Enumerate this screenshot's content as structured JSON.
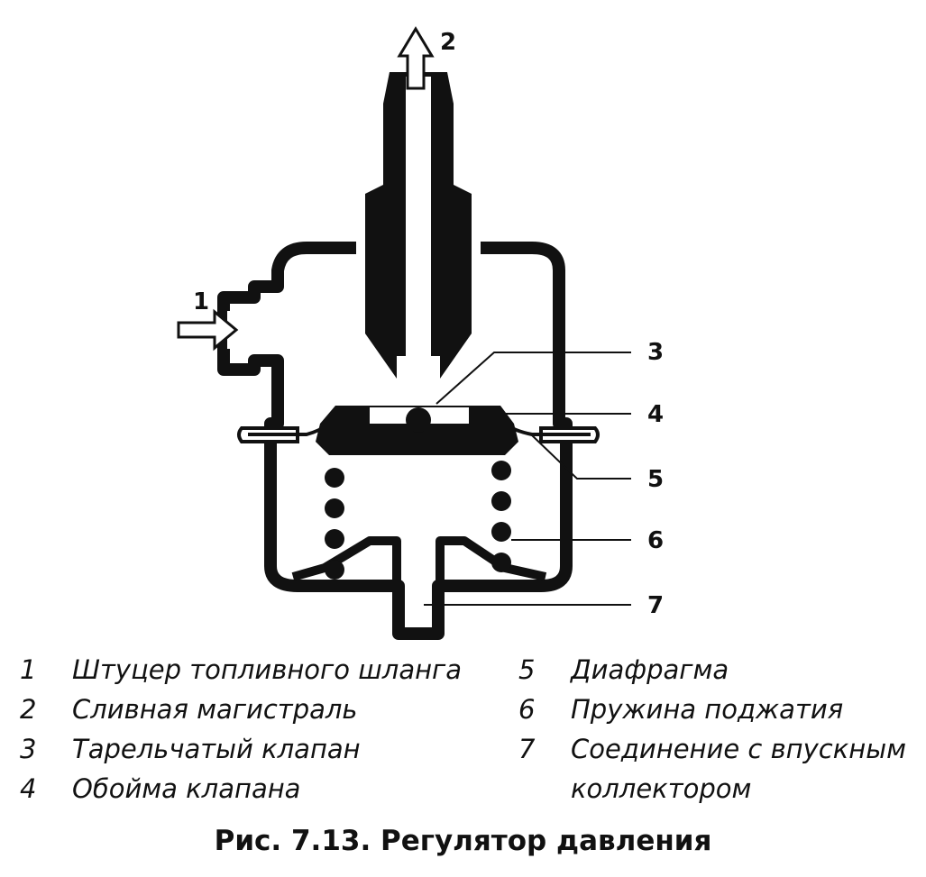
{
  "figure": {
    "callouts": [
      "1",
      "2",
      "3",
      "4",
      "5",
      "6",
      "7"
    ],
    "legend": [
      {
        "num": "1",
        "label": "Штуцер топливного шланга"
      },
      {
        "num": "2",
        "label": "Сливная магистраль"
      },
      {
        "num": "3",
        "label": "Тарельчатый клапан"
      },
      {
        "num": "4",
        "label": "Обойма клапана"
      },
      {
        "num": "5",
        "label": "Диафрагма"
      },
      {
        "num": "6",
        "label": "Пружина поджатия"
      },
      {
        "num": "7",
        "label": "Соединение с впускным",
        "label2": "коллектором"
      }
    ],
    "caption": "Рис. 7.13. Регулятор давления"
  }
}
